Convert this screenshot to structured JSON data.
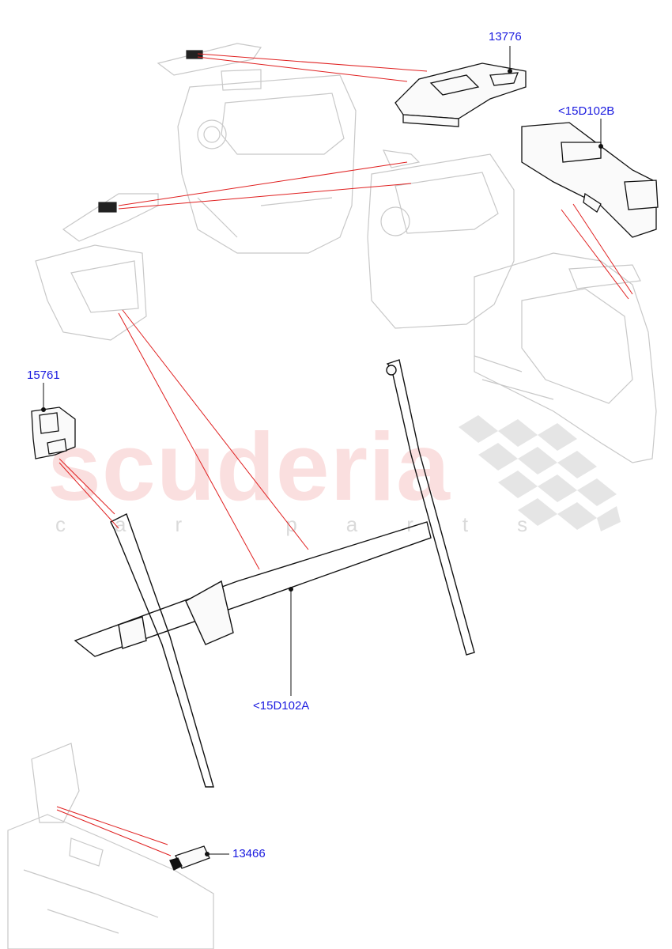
{
  "watermark": {
    "brand": "scuderia",
    "tagline": "car parts"
  },
  "callouts": [
    {
      "id": "c13776",
      "label": "13776"
    },
    {
      "id": "c15d102b",
      "label": "<15D102B"
    },
    {
      "id": "c15761",
      "label": "15761"
    },
    {
      "id": "c15d102a",
      "label": "<15D102A"
    },
    {
      "id": "c13466",
      "label": "13466"
    }
  ],
  "colors": {
    "callout_text": "#1a1adf",
    "leader_red": "#e02020",
    "ghost": "#c8c8c8",
    "part": "#111111"
  }
}
